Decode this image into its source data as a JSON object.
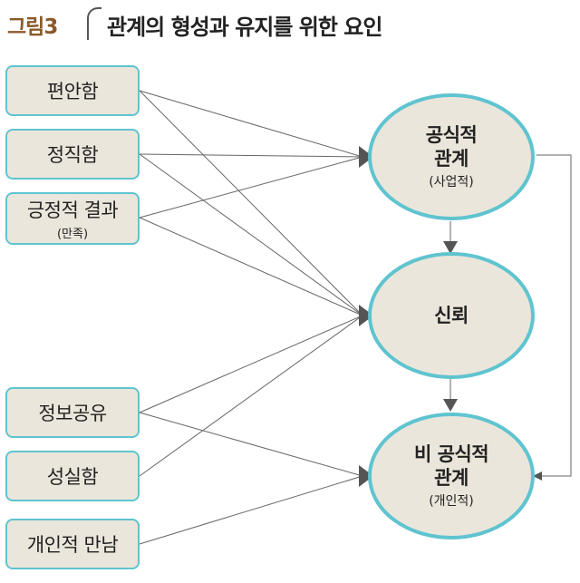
{
  "header": {
    "figure_label": "그림3",
    "title": "관계의 형성과 유지를 위한 요인"
  },
  "factors": [
    {
      "label": "편안함",
      "sub": ""
    },
    {
      "label": "정직함",
      "sub": ""
    },
    {
      "label": "긍정적 결과",
      "sub": "(만족)"
    },
    {
      "label": "정보공유",
      "sub": ""
    },
    {
      "label": "성실함",
      "sub": ""
    },
    {
      "label": "개인적 만남",
      "sub": ""
    }
  ],
  "outcomes": [
    {
      "line1": "공식적",
      "line2": "관계",
      "line3": "(사업적)"
    },
    {
      "line1": "신뢰",
      "line2": "",
      "line3": ""
    },
    {
      "line1": "비 공식적",
      "line2": "관계",
      "line3": "(개인적)"
    }
  ],
  "colors": {
    "box_fill": "#ebe6db",
    "border": "#5fc4cf",
    "arrow": "#555555",
    "label": "#8a5a2b"
  }
}
